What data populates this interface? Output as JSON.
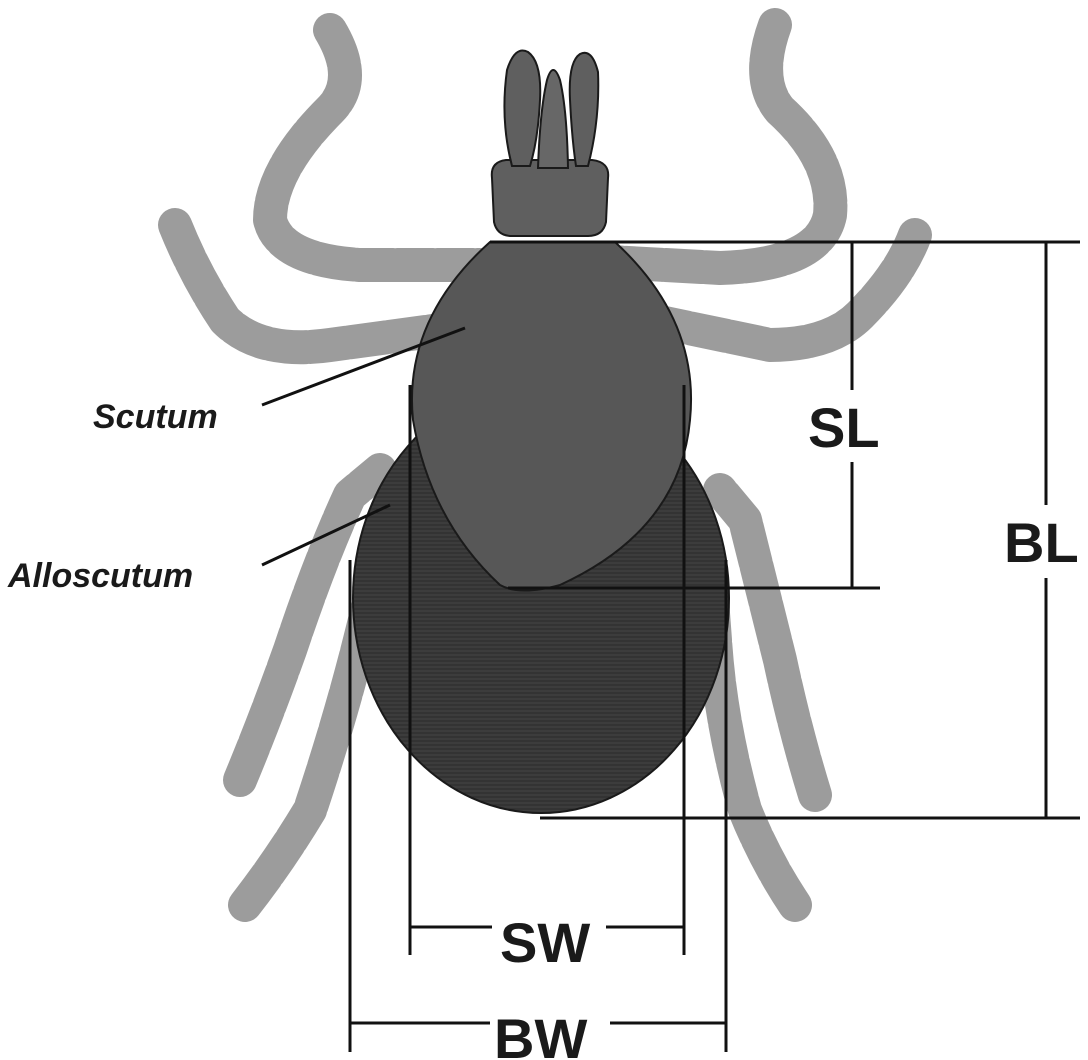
{
  "labels": {
    "scutum": "Scutum",
    "alloscutum": "Alloscutum"
  },
  "measurements": {
    "scutum_length": "SL",
    "body_length": "BL",
    "scutum_width": "SW",
    "body_width": "BW"
  },
  "colors": {
    "background": "#ffffff",
    "legs": "#9c9c9c",
    "alloscutum": "#3f3f3f",
    "scutum": "#5a5a5a",
    "capitulum": "#5f5f5f",
    "lines": "#111111"
  }
}
